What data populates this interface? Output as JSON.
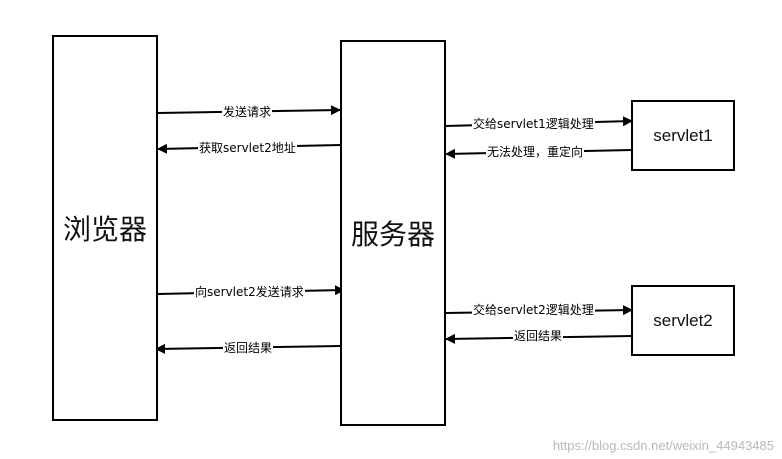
{
  "nodes": {
    "browser": "浏览器",
    "server": "服务器",
    "servlet1": "servlet1",
    "servlet2": "servlet2"
  },
  "edges": {
    "send_request": "发送请求",
    "get_servlet2_address": "获取servlet2地址",
    "to_servlet1": "交给servlet1逻辑处理",
    "cannot_handle_redirect": "无法处理，重定向",
    "send_request_to_servlet2": "向servlet2发送请求",
    "return_result_browser": "返回结果",
    "to_servlet2": "交给servlet2逻辑处理",
    "return_result_server": "返回结果"
  },
  "watermark": "https://blog.csdn.net/weixin_44943485"
}
